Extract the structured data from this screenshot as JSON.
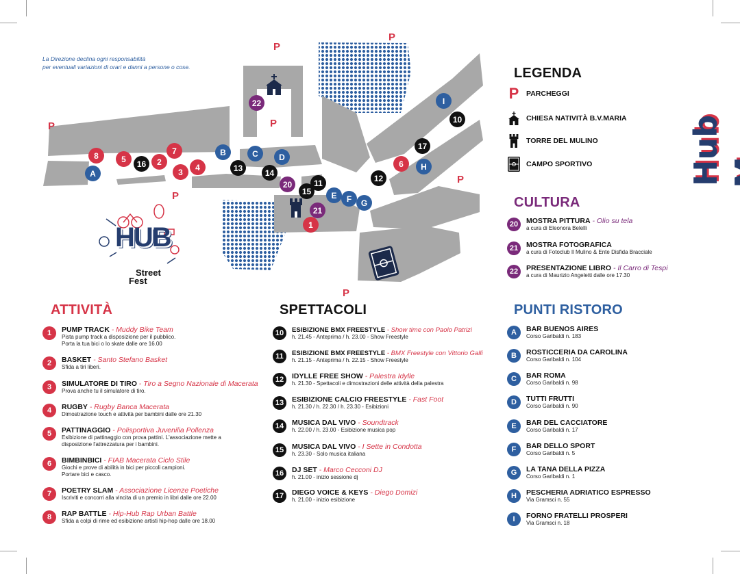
{
  "disclaimer": {
    "line1": "La Direzione declina ogni responsabilità",
    "line2": "per eventuali variazioni di orari e danni a persone o cose."
  },
  "title": "Hub Map",
  "map": {
    "parking_letter": "P",
    "markers": {
      "m1": "1",
      "m2": "2",
      "m3": "3",
      "m4": "4",
      "m5": "5",
      "m6": "6",
      "m7": "7",
      "m8": "8",
      "m10": "10",
      "m11": "11",
      "m12": "12",
      "m13": "13",
      "m14": "14",
      "m15": "15",
      "m16": "16",
      "m17": "17",
      "m20": "20",
      "m21": "21",
      "m22": "22",
      "A": "A",
      "B": "B",
      "C": "C",
      "D": "D",
      "E": "E",
      "F": "F",
      "G": "G",
      "H": "H",
      "I": "I"
    },
    "logo": {
      "hub": "HUB",
      "street": "Street",
      "fest": "Fest"
    }
  },
  "legenda": {
    "title": "LEGENDA",
    "items": [
      {
        "icon": "parking-icon",
        "label": "PARCHEGGI"
      },
      {
        "icon": "church-icon",
        "label": "CHIESA NATIVITÀ B.V.MARIA"
      },
      {
        "icon": "tower-icon",
        "label": "TORRE DEL MULINO"
      },
      {
        "icon": "sports-field-icon",
        "label": "CAMPO SPORTIVO"
      }
    ]
  },
  "cultura": {
    "title": "CULTURA",
    "items": [
      {
        "num": "20",
        "name": "MOSTRA PITTURA",
        "org": " - Olio su tela",
        "desc": "a cura di Eleonora Belelli"
      },
      {
        "num": "21",
        "name": "MOSTRA FOTOGRAFICA",
        "org": "",
        "desc": "a cura di Fotoclub Il Mulino & Ente Disfida Bracciale"
      },
      {
        "num": "22",
        "name": "PRESENTAZIONE LIBRO",
        "org": " - Il Carro di Tespi",
        "desc": "a cura di Maurizio Angeletti dalle ore 17.30"
      }
    ]
  },
  "attivita": {
    "title": "ATTIVITÀ",
    "items": [
      {
        "num": "1",
        "name": "PUMP TRACK",
        "org": " - Muddy Bike Team",
        "desc1": "Pista pump track a disposizione per il pubblico.",
        "desc2": "Porta la tua bici o lo skate dalle ore 16.00"
      },
      {
        "num": "2",
        "name": "BASKET",
        "org": " - Santo Stefano Basket",
        "desc1": "Sfida a tiri liberi.",
        "desc2": ""
      },
      {
        "num": "3",
        "name": "SIMULATORE DI TIRO",
        "org": " - Tiro a Segno Nazionale di Macerata",
        "desc1": "Prova anche tu il simulatore di tiro.",
        "desc2": ""
      },
      {
        "num": "4",
        "name": "RUGBY",
        "org": " - Rugby Banca Macerata",
        "desc1": "Dimostrazione touch e attività per bambini dalle ore 21.30",
        "desc2": ""
      },
      {
        "num": "5",
        "name": "PATTINAGGIO",
        "org": " - Polisportiva Juvenilia Pollenza",
        "desc1": "Esibizione di pattinaggio con prova pattini. L'associazione mette a",
        "desc2": "disposizione l'attrezzatura per i bambini."
      },
      {
        "num": "6",
        "name": "BIMBINBICI",
        "org": " - FIAB Macerata Ciclo Stile",
        "desc1": "Giochi e prove di abilità in bici per piccoli campioni.",
        "desc2": "Portare bici e casco."
      },
      {
        "num": "7",
        "name": "POETRY SLAM",
        "org": " - Associazione Licenze Poetiche",
        "desc1": "Iscriviti e concorri alla vincita di un premio in libri dalle ore 22.00",
        "desc2": ""
      },
      {
        "num": "8",
        "name": "RAP BATTLE",
        "org": " - Hip-Hub Rap Urban Battle",
        "desc1": "Sfida a colpi di rime ed esibizione artisti hip-hop dalle ore 18.00",
        "desc2": ""
      }
    ]
  },
  "spettacoli": {
    "title": "SPETTACOLI",
    "items": [
      {
        "num": "10",
        "name": "ESIBIZIONE BMX FREESTYLE",
        "org": " - Show time con Paolo Patrizi",
        "desc": "h. 21.45 - Anteprima  /  h. 23.00 - Show Freestyle"
      },
      {
        "num": "11",
        "name": "ESIBIZIONE BMX FREESTYLE",
        "org": " - BMX Freestyle con Vittorio Galli",
        "desc": "h. 21.15 - Anteprima  /  h. 22.15 - Show Freestyle"
      },
      {
        "num": "12",
        "name": "IDYLLE FREE SHOW",
        "org": " - Palestra Idylle",
        "desc": "h. 21.30 - Spettacoli e dimostrazioni delle attività della palestra"
      },
      {
        "num": "13",
        "name": "ESIBIZIONE CALCIO FREESTYLE",
        "org": " - Fast Foot",
        "desc": "h. 21.30 / h. 22.30 / h. 23.30 - Esibizioni"
      },
      {
        "num": "14",
        "name": "MUSICA DAL VIVO",
        "org": " - Soundtrack",
        "desc": "h. 22.00 / h. 23.00 - Esibizione musica pop"
      },
      {
        "num": "15",
        "name": "MUSICA DAL VIVO",
        "org": " - I Sette in Condotta",
        "desc": "h. 23.30 - Solo musica italiana"
      },
      {
        "num": "16",
        "name": "DJ SET",
        "org": " - Marco Cecconi DJ",
        "desc": "h. 21.00 - inizio sessione dj"
      },
      {
        "num": "17",
        "name": "DIEGO VOICE & KEYS",
        "org": " - Diego Domizi",
        "desc": "h. 21.00 - inizio esibizione"
      }
    ]
  },
  "punti_ristoro": {
    "title": "PUNTI RISTORO",
    "items": [
      {
        "letter": "A",
        "name": "BAR BUENOS AIRES",
        "addr": "Corso Garibaldi n. 183"
      },
      {
        "letter": "B",
        "name": "ROSTICCERIA DA CAROLINA",
        "addr": "Corso Garibaldi n. 104"
      },
      {
        "letter": "C",
        "name": "BAR ROMA",
        "addr": "Corso Garibaldi n. 98"
      },
      {
        "letter": "D",
        "name": "TUTTI FRUTTI",
        "addr": "Corso Garibaldi n. 90"
      },
      {
        "letter": "E",
        "name": "BAR DEL CACCIATORE",
        "addr": "Corso Garibaldi n. 17"
      },
      {
        "letter": "F",
        "name": "BAR DELLO SPORT",
        "addr": "Corso Garibaldi n. 5"
      },
      {
        "letter": "G",
        "name": "LA TANA DELLA PIZZA",
        "addr": "Corso Garibaldi n. 1"
      },
      {
        "letter": "H",
        "name": "PESCHERIA ADRIATICO ESPRESSO",
        "addr": "Via Gramsci n. 55"
      },
      {
        "letter": "I",
        "name": "FORNO FRATELLI PROSPERI",
        "addr": "Via Gramsci n. 18"
      }
    ]
  },
  "colors": {
    "red": "#d63447",
    "blue": "#2e5fa0",
    "purple": "#7a2a7a",
    "navy": "#253d6e",
    "block_gray": "#a8a8a8"
  }
}
